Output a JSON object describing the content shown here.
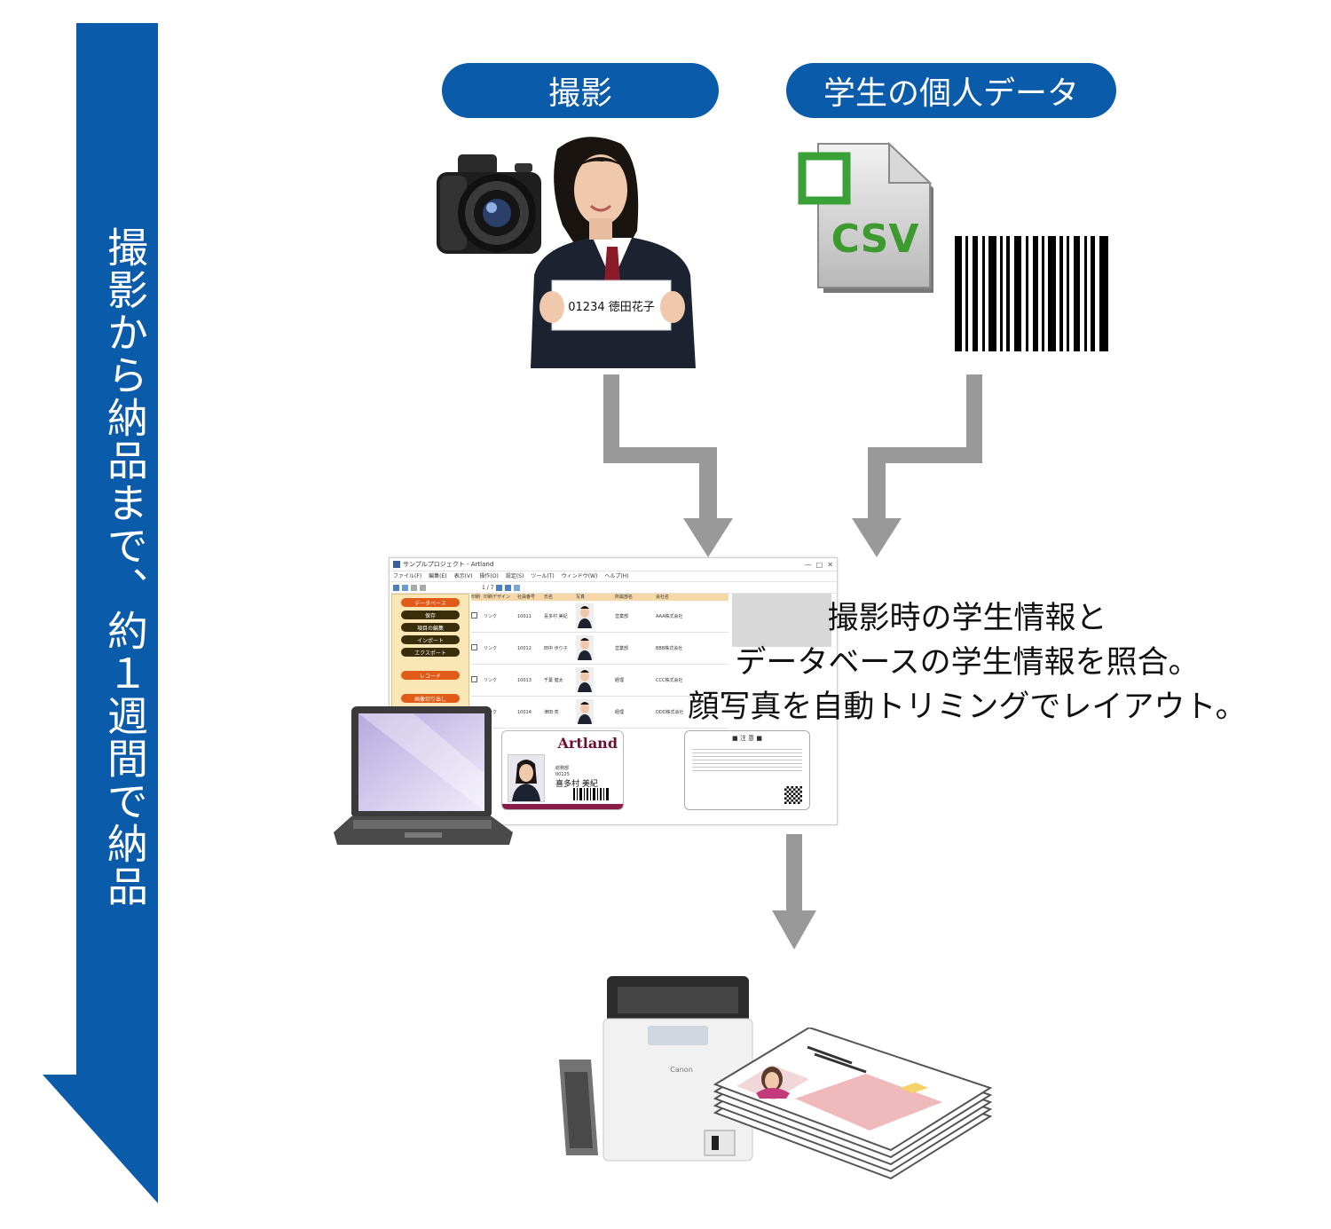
{
  "timeline": {
    "label": "撮影から納品まで、約１週間で納品",
    "color": "#0b5bab"
  },
  "pills": {
    "photo": "撮影",
    "student_data": "学生の個人データ"
  },
  "photo_card": {
    "text": "01234 徳田花子"
  },
  "csv_icon": {
    "label": "CSV"
  },
  "caption": {
    "line1": "撮影時の学生情報と",
    "line2": "データベースの学生情報を照合。",
    "line3": "顔写真を自動トリミングでレイアウト。"
  },
  "software": {
    "window_title": "サンプルプロジェクト - Artland",
    "menu": [
      "ファイル(F)",
      "編集(E)",
      "表示(V)",
      "操作(O)",
      "設定(S)",
      "ツール(T)",
      "ウィンドウ(W)",
      "ヘルプ(H)"
    ],
    "page_indicator": "1 / 7",
    "side_buttons": [
      "データベース",
      "保存",
      "項目の編集",
      "インポート",
      "エクスポート",
      "レコード",
      "画像切り出し"
    ],
    "columns": [
      "印刷",
      "印刷デザイン",
      "社員番号",
      "氏名",
      "写真",
      "所属部名",
      "会社名"
    ],
    "rows": [
      {
        "design": "リンク",
        "id": "10011",
        "name": "喜多村 美紀",
        "dept": "営業部",
        "company": "AAA株式会社"
      },
      {
        "design": "リンク",
        "id": "10012",
        "name": "田中 歩り子",
        "dept": "営業部",
        "company": "BBB株式会社"
      },
      {
        "design": "リンク",
        "id": "10013",
        "name": "千葉 健太",
        "dept": "経理",
        "company": "CCC株式会社"
      },
      {
        "design": "リンク",
        "id": "10014",
        "name": "津田 亮",
        "dept": "経理",
        "company": "DDD株式会社"
      }
    ],
    "card_brand": "Artland",
    "card_role": "総務部",
    "card_id": "00125",
    "card_name": "喜多村 美紀",
    "notice_title": "■ 注 意 ■"
  },
  "printer": {
    "brand": "Canon"
  }
}
